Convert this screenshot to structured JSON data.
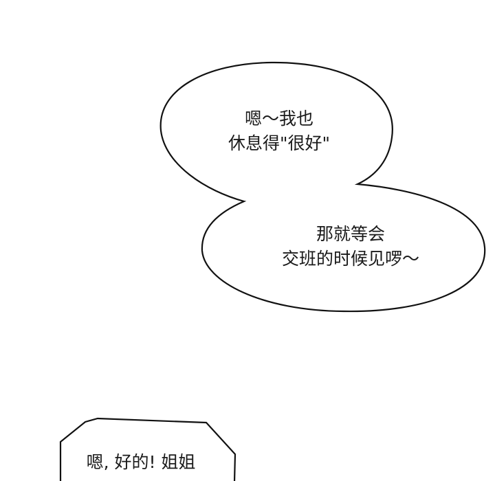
{
  "panel": {
    "background_color": "#ffffff",
    "stroke_color": "#111111",
    "text_color": "#1a1a1a"
  },
  "bubbles": [
    {
      "shape": "oval",
      "lines": [
        "嗯～我也",
        "休息得\"很好\""
      ]
    },
    {
      "shape": "oval",
      "lines": [
        "那就等会",
        "交班的时候见啰～"
      ]
    },
    {
      "shape": "polygon",
      "lines": [
        "嗯, 好的! 姐姐"
      ]
    }
  ]
}
